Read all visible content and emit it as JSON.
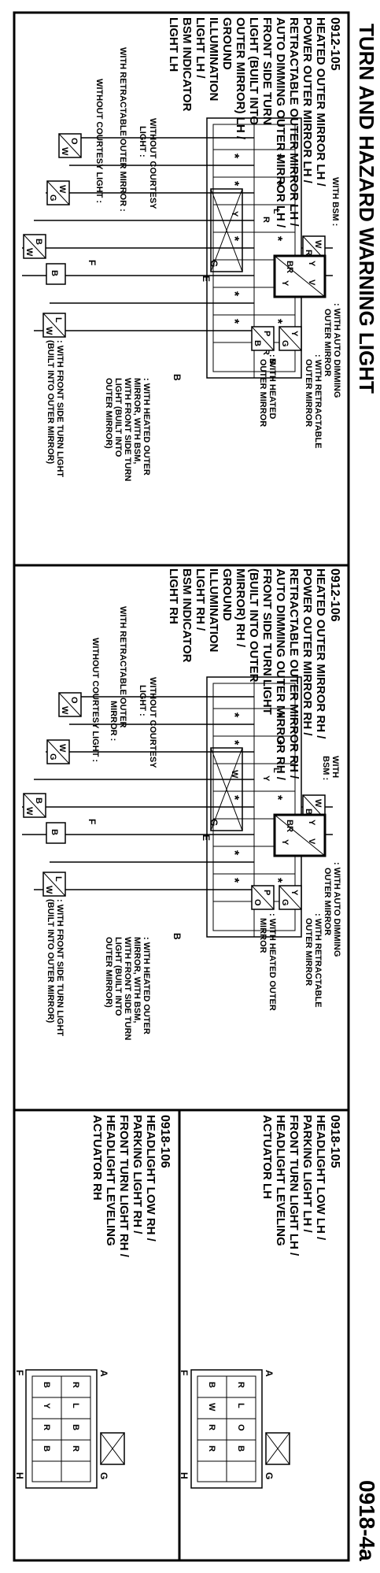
{
  "page": {
    "title": "TURN AND HAZARD WARNING LIGHT",
    "page_code": "0918-4a"
  },
  "sections": {
    "c1": {
      "code": "0912-105",
      "lines": [
        "HEATED OUTER MIRROR LH /",
        "POWER OUTER MIRROR LH /",
        "RETRACTABLE OUTER MIRROR LH /",
        "AUTO DIMMING OUTER MIRROR LH /",
        "FRONT SIDE TURN",
        "LIGHT (BUILT INTO",
        "OUTER MIRROR) LH /",
        "GROUND",
        "ILLUMINATION",
        "LIGHT LH /",
        "BSM INDICATOR",
        "LIGHT LH"
      ],
      "wire_notes": {
        "without_courtesy": "WITHOUT COURTESY",
        "light": "LIGHT :",
        "with_retractable": "WITH RETRACTABLE OUTER MIRROR :",
        "without_courtesy_light": "WITHOUT COURTESY LIGHT :",
        "with_bsm": "WITH BSM :",
        "auto_dimming": ": WITH AUTO DIMMING",
        "auto_dimming_2": "OUTER MIRROR",
        "retractable": ": WITH RETRACTABLE",
        "retractable_2": "OUTER MIRROR",
        "heated": ": WITH HEATED",
        "heated_2": "OUTER MIRROR",
        "front_side_1": ": WITH FRONT SIDE TURN LIGHT",
        "front_side_2": "(BUILT INTO OUTER MIRROR)",
        "heated_outer_1": ": WITH HEATED OUTER",
        "heated_outer_2": "MIRROR, WITH BSM,",
        "heated_outer_3": "WITH FRONT SIDE TURN",
        "heated_outer_4": "LIGHT (BUILT INTO",
        "heated_outer_5": "OUTER MIRROR)"
      }
    },
    "c2": {
      "code": "0912-106",
      "lines": [
        "HEATED OUTER MIRROR RH /",
        "POWER OUTER MIRROR RH /",
        "RETRACTABLE OUTER MIRROR RH /",
        "AUTO DIMMING OUTER MIRROR RH /",
        "FRONT SIDE TURN LIGHT",
        "(BUILT INTO OUTER",
        "MIRROR) RH /",
        "GROUND",
        "ILLUMINATION",
        "LIGHT RH /",
        "BSM INDICATOR",
        "LIGHT RH"
      ],
      "wire_notes": {
        "without_courtesy": "WITHOUT COURTESY",
        "light": "LIGHT :",
        "with_retractable": "WITH RETRACTABLE OUTER",
        "mirror": "MIRROR :",
        "without_courtesy_light": "WITHOUT COURTESY LIGHT :",
        "with": "WITH",
        "bsm": "BSM :",
        "auto_dimming": ": WITH AUTO DIMMING",
        "auto_dimming_2": "OUTER MIRROR",
        "retractable": ": WITH RETRACTABLE",
        "retractable_2": "OUTER MIRROR",
        "heated": ": WITH HEATED OUTER",
        "heated_2": "MIRROR",
        "front_side_1": ": WITH FRONT SIDE TURN LIGHT",
        "front_side_2": "(BUILT INTO OUTER MIRROR)",
        "heated_outer_1": ": WITH HEATED OUTER",
        "heated_outer_2": "MIRROR, WITH BSM,",
        "heated_outer_3": "WITH FRONT SIDE TURN",
        "heated_outer_4": "LIGHT (BUILT INTO",
        "heated_outer_5": "OUTER MIRROR)"
      }
    },
    "c3": {
      "code": "0918-105",
      "lines": [
        "HEADLIGHT LOW LH /",
        "PARKING LIGHT LH /",
        "FRONT TURN LIGHT LH /",
        "HEADLIGHT LEVELING",
        "ACTUATOR LH"
      ]
    },
    "c4": {
      "code": "0918-106",
      "lines": [
        "HEADLIGHT LOW RH /",
        "PARKING LIGHT RH /",
        "FRONT TURN LIGHT RH /",
        "HEADLIGHT LEVELING",
        "ACTUATOR RH"
      ]
    }
  },
  "pins": {
    "star": "*",
    "A": "A",
    "B": "B",
    "E": "E",
    "F": "F",
    "G": "G",
    "H": "H",
    "Y": "Y",
    "W": "W",
    "L": "L",
    "R": "R",
    "O": "O",
    "P": "P",
    "BR": "BR",
    "V": "V"
  }
}
